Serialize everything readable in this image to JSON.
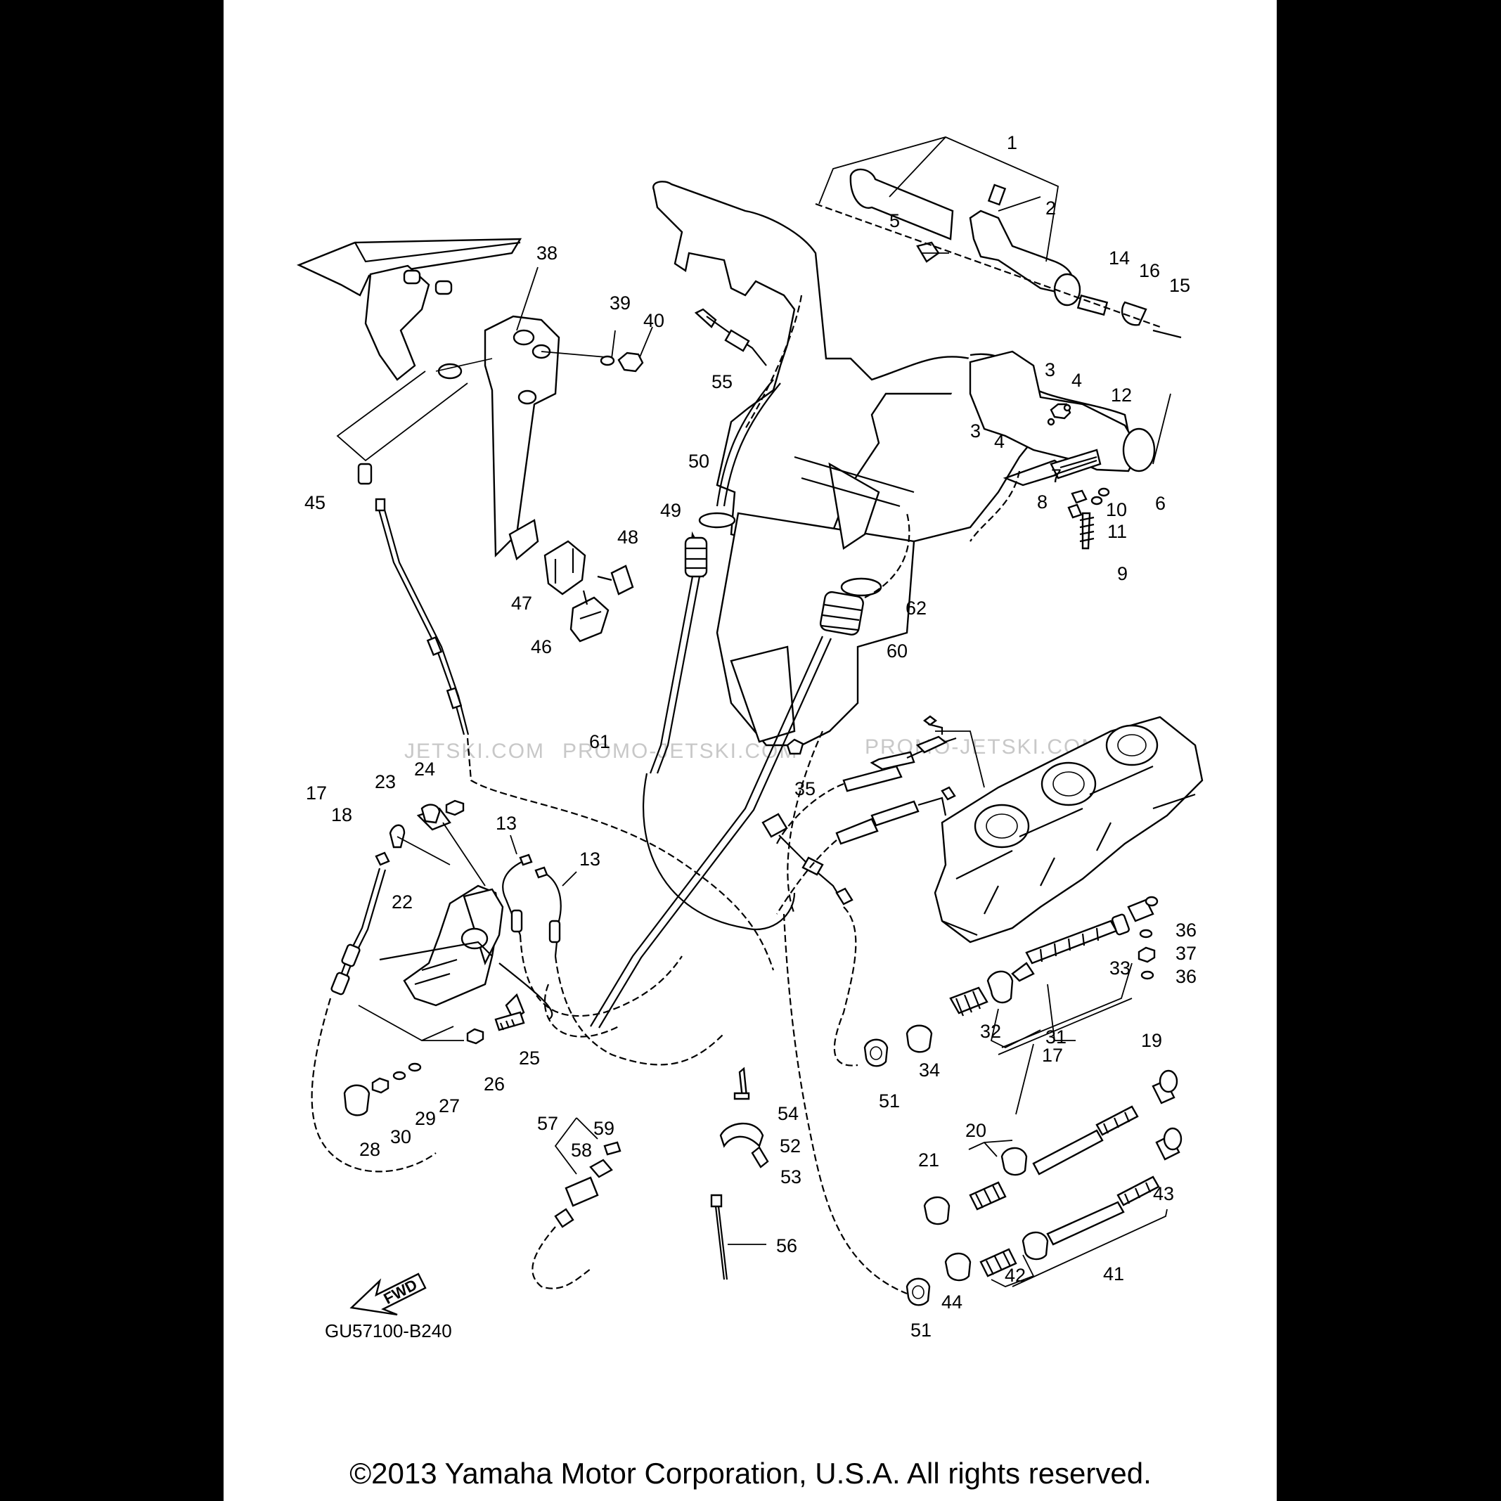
{
  "diagram": {
    "drawing_code": "GU57100-B240",
    "copyright": "©2013 Yamaha Motor Corporation, U.S.A. All rights reserved.",
    "fwd_label": "FWD",
    "watermarks": [
      "JETSKI.COM",
      "PROMO-JETSKI.COM",
      "PROMO-JETSKI.COM"
    ],
    "callouts": [
      "1",
      "2",
      "3",
      "3",
      "4",
      "4",
      "5",
      "6",
      "7",
      "8",
      "9",
      "10",
      "11",
      "12",
      "13",
      "13",
      "14",
      "15",
      "16",
      "17",
      "17",
      "18",
      "19",
      "20",
      "21",
      "22",
      "23",
      "24",
      "25",
      "26",
      "27",
      "28",
      "29",
      "30",
      "31",
      "32",
      "33",
      "34",
      "35",
      "36",
      "36",
      "37",
      "38",
      "39",
      "40",
      "41",
      "42",
      "43",
      "44",
      "45",
      "46",
      "47",
      "48",
      "49",
      "50",
      "51",
      "51",
      "52",
      "53",
      "54",
      "55",
      "56",
      "57",
      "58",
      "59",
      "60",
      "61",
      "62"
    ]
  }
}
